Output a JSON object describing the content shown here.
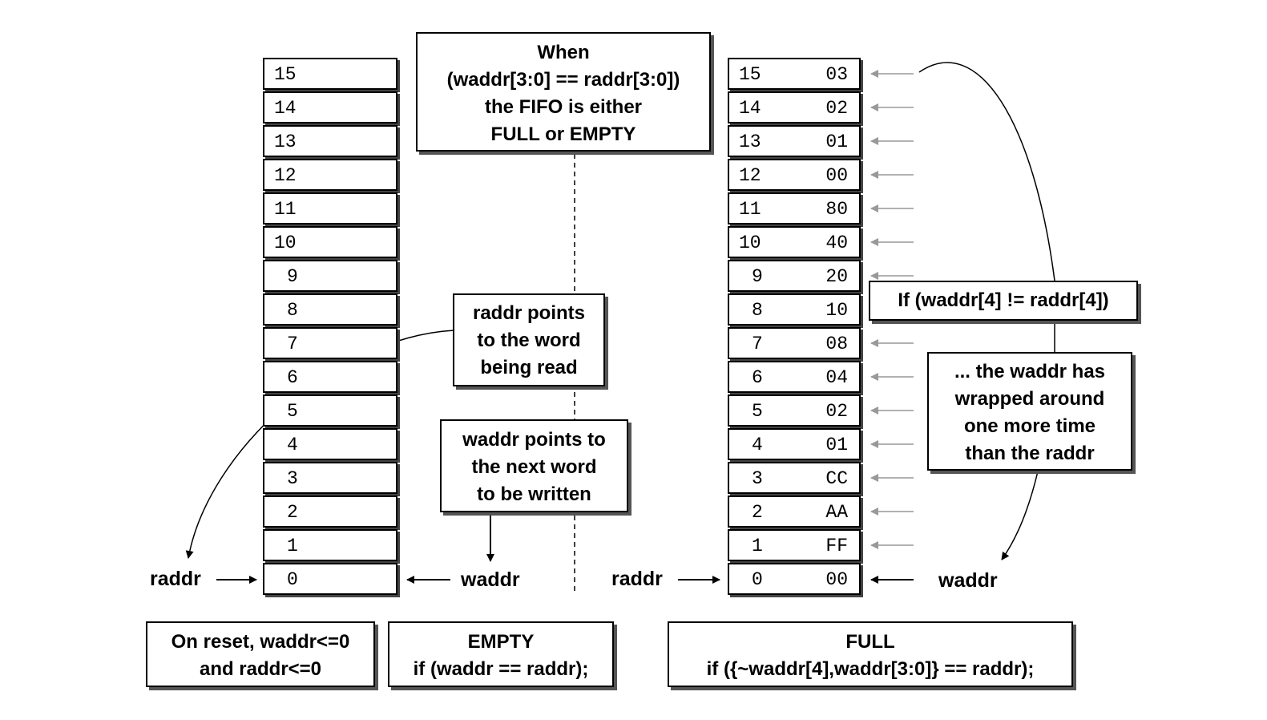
{
  "when_note": [
    "When",
    "(waddr[3:0] == raddr[3:0])",
    "the FIFO is either",
    "FULL or EMPTY"
  ],
  "raddr_note": [
    "raddr points",
    "to the word",
    "being read"
  ],
  "waddr_note": [
    "waddr points to",
    "the next word",
    "to be written"
  ],
  "if_note": "If (waddr[4] != raddr[4])",
  "wrap_note": [
    "...  the waddr has",
    "wrapped around",
    "one more time",
    "than the raddr"
  ],
  "reset_note": [
    "On reset, waddr<=0",
    "and raddr<=0"
  ],
  "empty_note": [
    "EMPTY",
    "if (waddr == raddr);"
  ],
  "full_note": [
    "FULL",
    "if ({~waddr[4],waddr[3:0]} == raddr);"
  ],
  "left_fifo": {
    "addresses": [
      "15",
      "14",
      "13",
      "12",
      "11",
      "10",
      "9",
      "8",
      "7",
      "6",
      "5",
      "4",
      "3",
      "2",
      "1",
      "0"
    ],
    "raddr_label": "raddr",
    "waddr_label": "waddr"
  },
  "right_fifo": {
    "addresses": [
      "15",
      "14",
      "13",
      "12",
      "11",
      "10",
      "9",
      "8",
      "7",
      "6",
      "5",
      "4",
      "3",
      "2",
      "1",
      "0"
    ],
    "values": [
      "03",
      "02",
      "01",
      "00",
      "80",
      "40",
      "20",
      "10",
      "08",
      "04",
      "02",
      "01",
      "CC",
      "AA",
      "FF",
      "00"
    ],
    "raddr_label": "raddr",
    "waddr_label": "waddr"
  },
  "colors": {
    "line": "#000000",
    "write_arrow": "#999999",
    "shadow": "#555555"
  }
}
